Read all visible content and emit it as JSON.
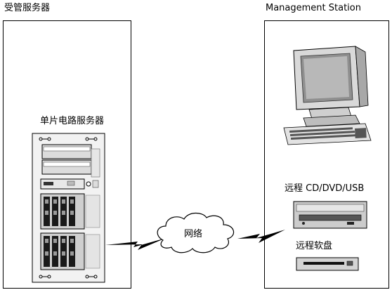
{
  "managed_server": {
    "title": "受管服务器",
    "device_label": "单片电路服务器"
  },
  "management_station": {
    "title": "Management Station",
    "remote_media_label": "远程 CD/DVD/USB",
    "remote_floppy_label": "远程软盘"
  },
  "network": {
    "label": "网络"
  }
}
